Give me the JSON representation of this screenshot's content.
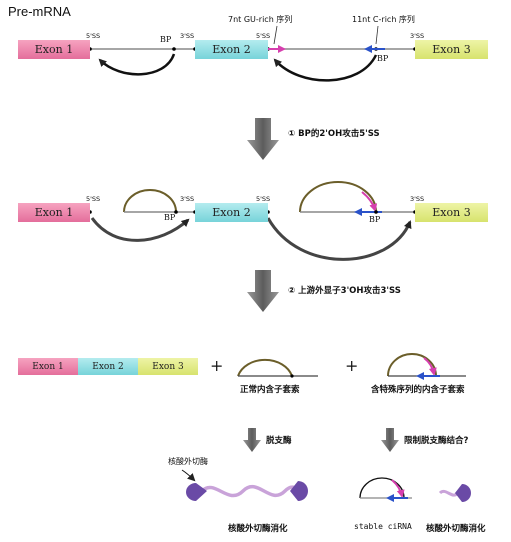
{
  "title": "Pre-mRNA",
  "exons": {
    "e1": "Exon 1",
    "e2": "Exon 2",
    "e3": "Exon 3"
  },
  "sites": {
    "ss5": "5'SS",
    "ss3": "3'SS",
    "bp": "BP"
  },
  "motifs": {
    "gu": "7nt GU-rich 序列",
    "c": "11nt C-rich 序列"
  },
  "steps": {
    "step1": "① BP的2'OH攻击5'SS",
    "step2": "② 上游外显子3'OH攻击3'SS"
  },
  "plus": "+",
  "products": {
    "normal_intron": "正常内含子套索",
    "special_intron": "含特殊序列的内含子套索"
  },
  "fates": {
    "debranch": "脱支酶",
    "limit": "限制脱支酶结合?",
    "exo_label": "核酸外切酶",
    "exo_digest_left": "核酸外切酶消化",
    "stable": "stable ciRNA",
    "exo_digest_right": "核酸外切酶消化"
  },
  "colors": {
    "exon1": "#e46e9b",
    "exon2": "#77d3d9",
    "exon3": "#d7e36d",
    "gu_arrow": "#d63fae",
    "c_arrow": "#2a52c9",
    "lariat": "#8a7a3a",
    "enzyme": "#6a4aa6",
    "degraded": "#c9a3d9"
  }
}
